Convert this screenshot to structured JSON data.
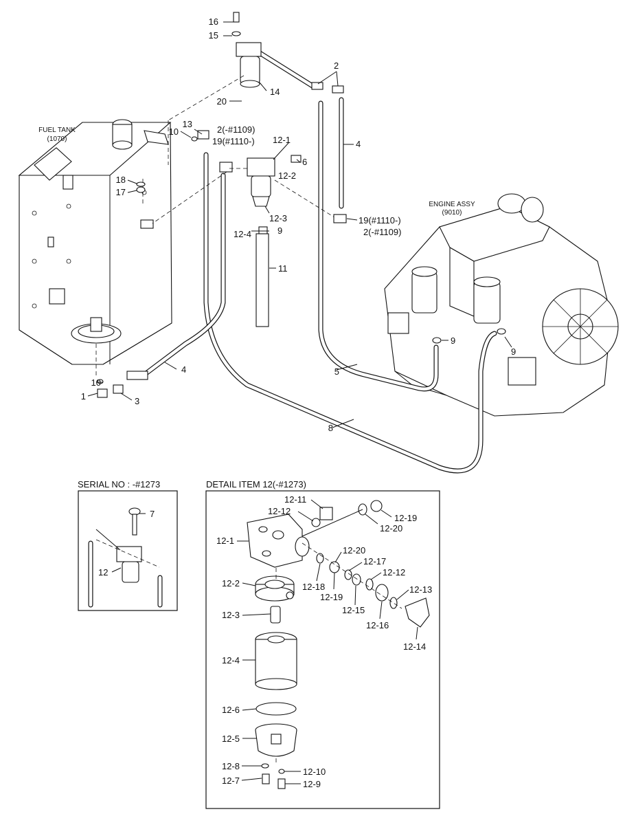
{
  "assemblies": {
    "fuel_tank": {
      "name": "FUEL TANK",
      "ref": "(1070)"
    },
    "engine": {
      "name": "ENGINE ASSY",
      "ref": "(9010)"
    }
  },
  "callouts": {
    "c16": "16",
    "c15": "15",
    "c14": "14",
    "c20": "20",
    "c2a": "2",
    "c10a": "10",
    "c13": "13",
    "c2b": "2(-#1109)",
    "c19a": "19(#1110-)",
    "c12_1": "12-1",
    "c6": "6",
    "c12_2": "12-2",
    "c4a": "4",
    "c18": "18",
    "c17": "17",
    "c12_3": "12-3",
    "c12_4": "12-4",
    "c9a": "9",
    "c19b": "19(#1110-)",
    "c2c": "2(-#1109)",
    "c11": "11",
    "c9b": "9",
    "c9c": "9",
    "c10b": "10",
    "c1": "1",
    "c3": "3",
    "c4b": "4",
    "c5": "5",
    "c8": "8"
  },
  "serial_box": {
    "title": "SERIAL NO : -#1273",
    "c7": "7",
    "c12": "12"
  },
  "detail_box": {
    "title": "DETAIL ITEM 12(-#1273)",
    "c12_11": "12-11",
    "c12_12a": "12-12",
    "c12_19a": "12-19",
    "c12_20a": "12-20",
    "c12_1": "12-1",
    "c12_20b": "12-20",
    "c12_17": "12-17",
    "c12_12b": "12-12",
    "c12_18": "12-18",
    "c12_19b": "12-19",
    "c12_15": "12-15",
    "c12_13": "12-13",
    "c12_16": "12-16",
    "c12_14": "12-14",
    "c12_2": "12-2",
    "c12_3": "12-3",
    "c12_4": "12-4",
    "c12_6": "12-6",
    "c12_5": "12-5",
    "c12_8": "12-8",
    "c12_10": "12-10",
    "c12_7": "12-7",
    "c12_9": "12-9"
  }
}
